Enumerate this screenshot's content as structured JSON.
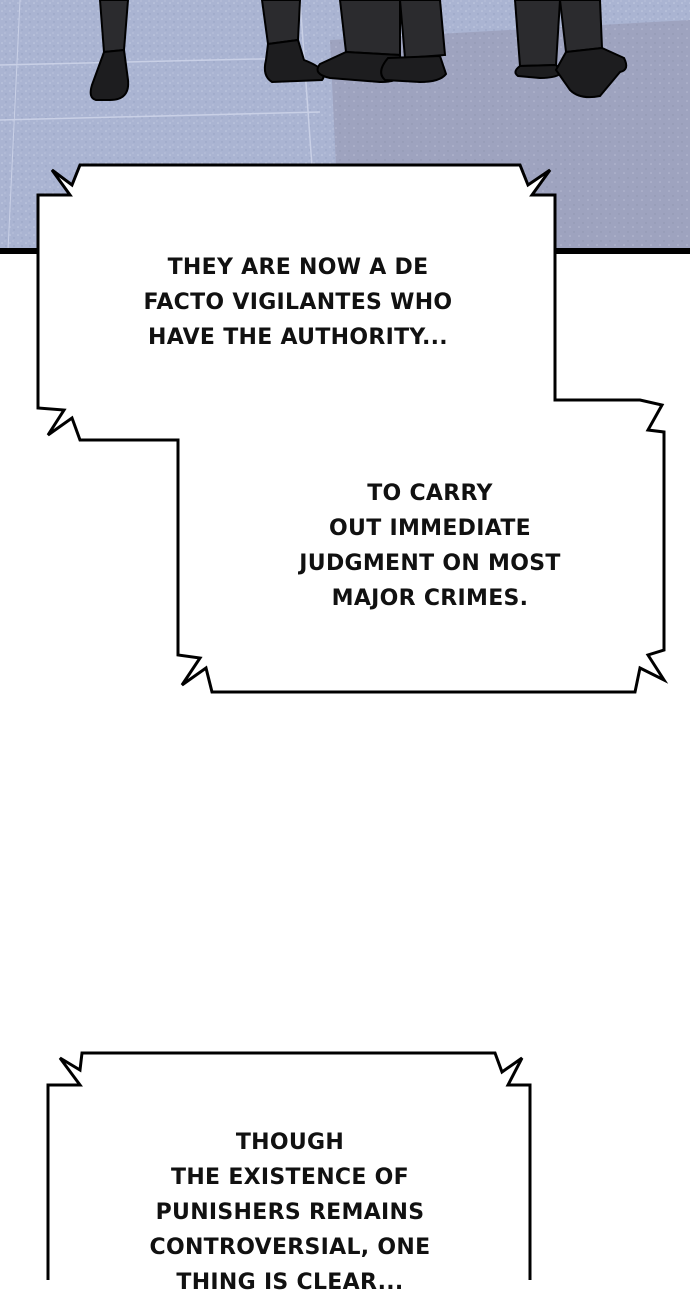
{
  "panel_top": {
    "description_icon": "legs-and-shoes-on-tiled-floor",
    "colors": {
      "floor_light": "#aab4d2",
      "floor_shadow": "#9ea3bf",
      "dark_pants": "#2b2b2e",
      "shoe": "#1d1d1f",
      "border": "#000000"
    }
  },
  "captions": [
    {
      "lines": [
        "THEY ARE NOW A DE",
        "FACTO VIGILANTES WHO",
        "HAVE THE AUTHORITY..."
      ]
    },
    {
      "lines": [
        "TO CARRY",
        "OUT IMMEDIATE",
        "JUDGMENT ON MOST",
        "MAJOR CRIMES."
      ]
    },
    {
      "lines": [
        "THOUGH",
        "THE EXISTENCE OF",
        "PUNISHERS REMAINS",
        "CONTROVERSIAL, ONE",
        "THING IS CLEAR..."
      ]
    }
  ]
}
